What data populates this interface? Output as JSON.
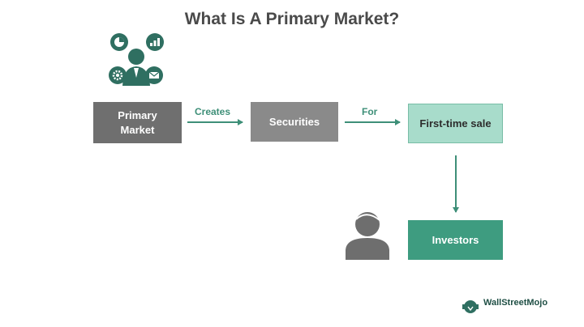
{
  "title": "What Is A Primary Market?",
  "nodes": {
    "primary_market": "Primary\nMarket",
    "securities": "Securities",
    "first_time_sale": "First-time sale",
    "investors": "Investors"
  },
  "edges": {
    "creates": "Creates",
    "for": "For"
  },
  "logo": {
    "text": "WallStreetMojo"
  },
  "icons": {
    "top_left": "businessman-with-charts-icon",
    "investor": "person-icon"
  },
  "colors": {
    "teal_accent": "#3e9c80",
    "light_teal": "#a8dccb",
    "dark_gray": "#6f6f6f",
    "mid_gray": "#8a8a8a"
  }
}
